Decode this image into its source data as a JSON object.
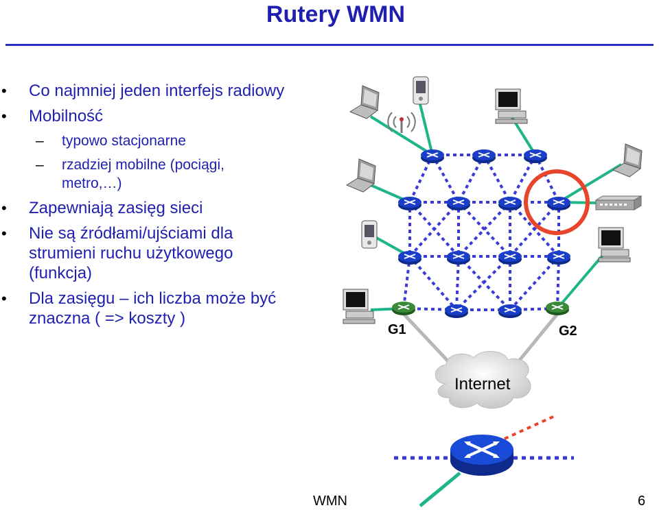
{
  "title": "Rutery WMN",
  "bullets": [
    {
      "level": 1,
      "text": "Co najmniej jeden interfejs radiowy"
    },
    {
      "level": 1,
      "text": "Mobilność"
    },
    {
      "level": 2,
      "text": "typowo stacjonarne"
    },
    {
      "level": 2,
      "text": "rzadziej mobilne (pociągi, metro,…)"
    },
    {
      "level": 1,
      "text": "Zapewniają zasięg sieci"
    },
    {
      "level": 1,
      "text": "Nie są źródłami/ujściami dla strumieni ruchu użytkowego (funkcja)"
    },
    {
      "level": 1,
      "text": "Dla zasięgu – ich liczba może być znaczna ( => koszty )"
    }
  ],
  "diagram": {
    "gateway1_label": "G1",
    "gateway2_label": "G2",
    "cloud_label": "Internet",
    "colors": {
      "mesh_link": "#3a3ad6",
      "client_link": "#1fb58a",
      "router_blue": "#1a3ec8",
      "gateway_green": "#3a8a3a",
      "highlight": "#e8452a",
      "wired": "#b0b0b0"
    }
  },
  "footer": {
    "label": "WMN",
    "page": "6"
  }
}
